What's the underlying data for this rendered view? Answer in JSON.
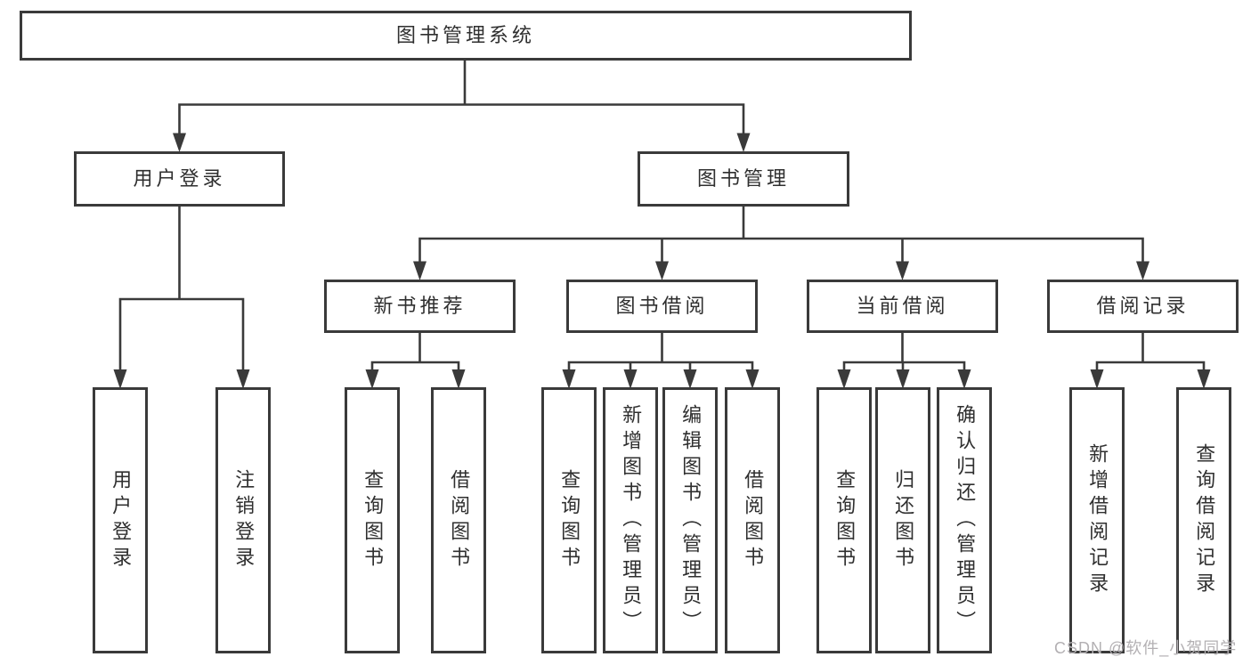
{
  "diagram": {
    "root": {
      "label": "图书管理系统"
    },
    "level2": {
      "user_login": {
        "label": "用户登录"
      },
      "book_management": {
        "label": "图书管理"
      }
    },
    "level3": {
      "new_book_recommend": {
        "label": "新书推荐"
      },
      "book_borrow": {
        "label": "图书借阅"
      },
      "current_borrow": {
        "label": "当前借阅"
      },
      "borrow_records": {
        "label": "借阅记录"
      }
    },
    "leaves": {
      "user_login": [
        {
          "label": "用户登录"
        },
        {
          "label": "注销登录"
        }
      ],
      "new_book_recommend": [
        {
          "label": "查询图书"
        },
        {
          "label": "借阅图书"
        }
      ],
      "book_borrow": [
        {
          "label": "查询图书"
        },
        {
          "label": "新增图书（管理员）"
        },
        {
          "label": "编辑图书（管理员）"
        },
        {
          "label": "借阅图书"
        }
      ],
      "current_borrow": [
        {
          "label": "查询图书"
        },
        {
          "label": "归还图书"
        },
        {
          "label": "确认归还（管理员）"
        }
      ],
      "borrow_records": [
        {
          "label": "新增借阅记录"
        },
        {
          "label": "查询借阅记录"
        }
      ]
    },
    "watermark": "CSDN @软件_小贺同学",
    "colors": {
      "line": "#3a3a3a",
      "text": "#2f2f2f",
      "watermark": "#b3b0b3",
      "background": "#ffffff"
    }
  }
}
